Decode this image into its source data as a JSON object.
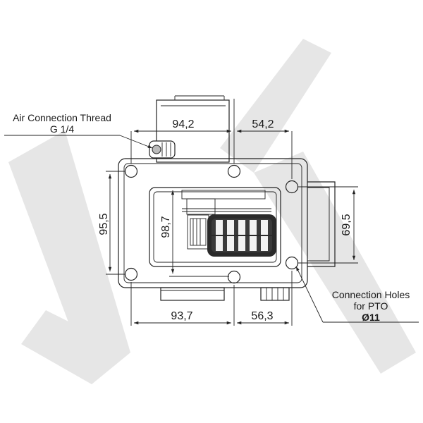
{
  "callouts": {
    "air_connection_line1": "Air Connection Thread",
    "air_connection_line2": "G 1/4",
    "pto_holes_line1": "Connection Holes",
    "pto_holes_line2": "for PTO",
    "pto_holes_diameter": "Ø11"
  },
  "dimensions": {
    "top_left": "94,2",
    "top_right": "54,2",
    "bottom_left": "93,7",
    "bottom_right": "56,3",
    "left_height": "95,5",
    "inner_height": "98,7",
    "right_height": "69,5"
  },
  "colors": {
    "line": "#222222",
    "watermark": "#e6e6e6",
    "gear": "#2a2a2a"
  },
  "icons": [
    "watermark-logo-icon",
    "air-fitting-icon",
    "gear-icon"
  ]
}
